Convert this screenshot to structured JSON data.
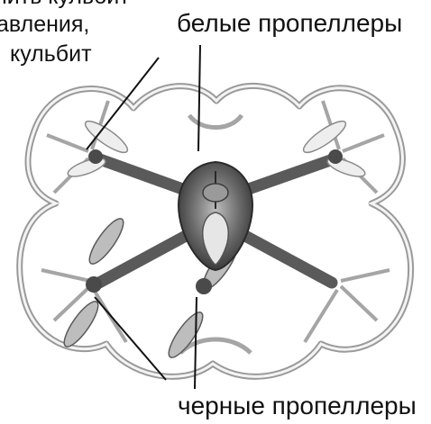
{
  "labels": {
    "flip_lines": [
      "нить кульбит",
      "авления,",
      "кульбит"
    ],
    "white_propellers": "белые пропеллеры",
    "black_propellers": "черные пропеллеры"
  },
  "colors": {
    "text": "#111111",
    "guard": "#9a9a9a",
    "guard_inner": "#f4f4f4",
    "body": "#3c3c3c",
    "white_prop": "#eeeeee",
    "black_prop": "#bdbdbd"
  },
  "icons": {
    "drone": "quadcopter-top-view-icon"
  }
}
